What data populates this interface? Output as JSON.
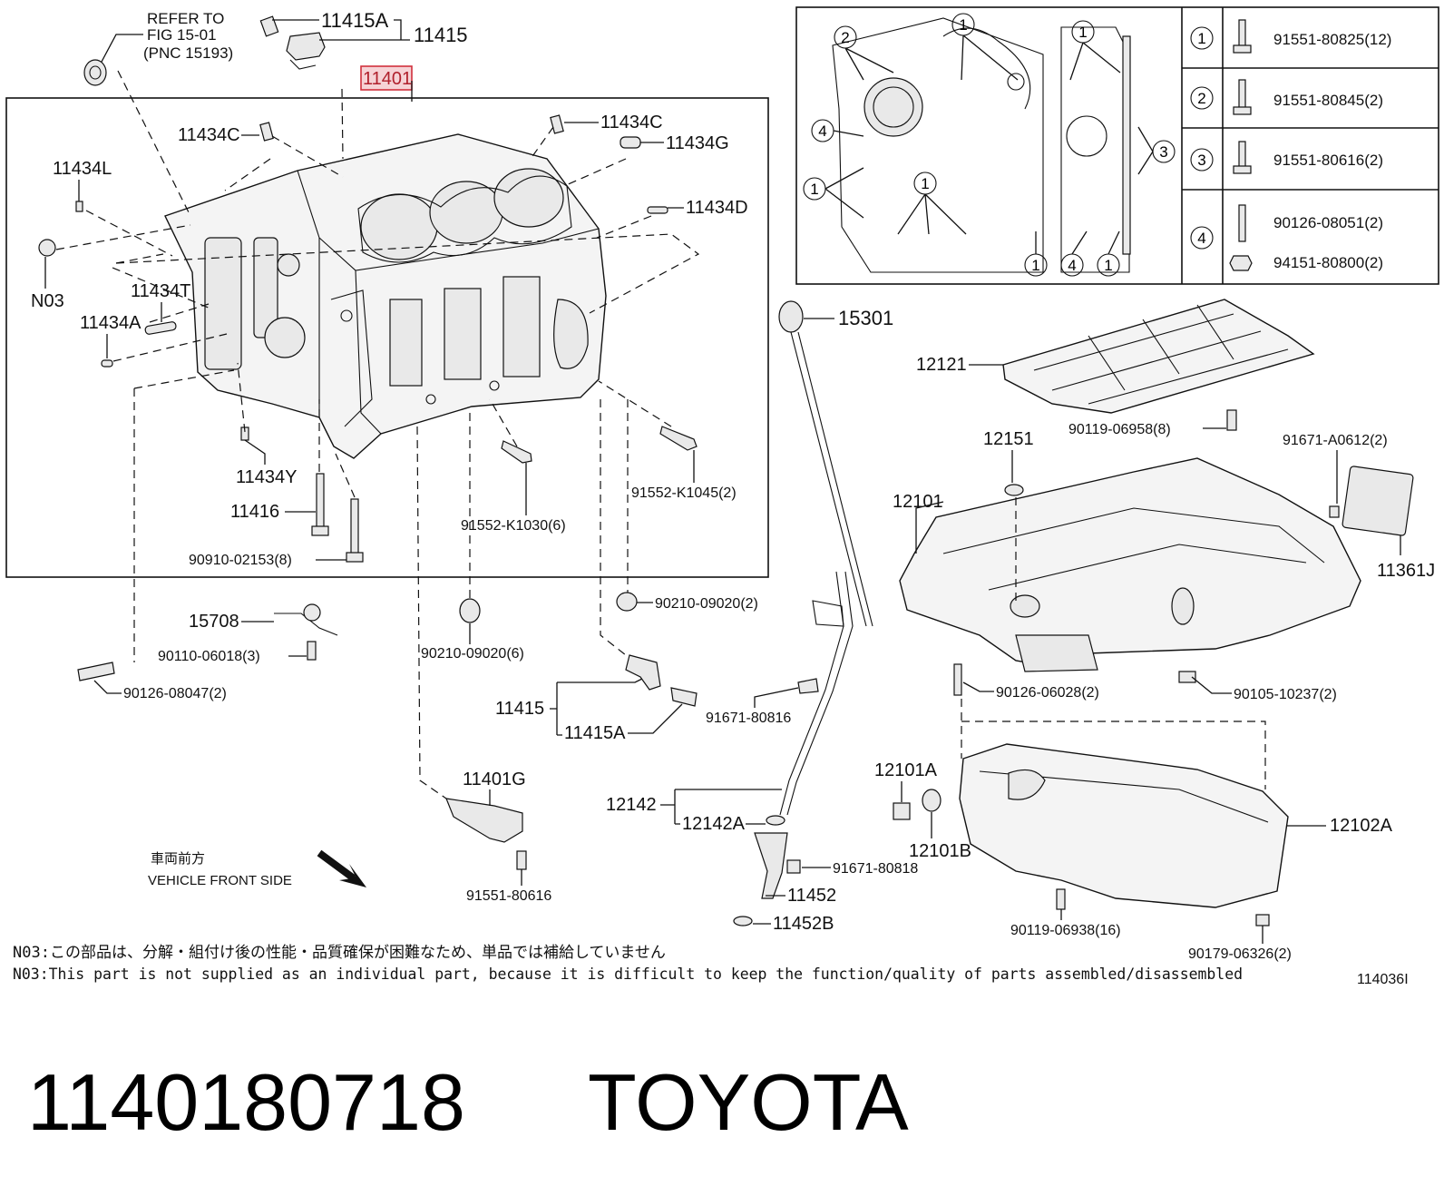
{
  "refer_note": [
    "REFER TO",
    "FIG 15-01",
    "(PNC 15193)"
  ],
  "highlighted_part": "11401",
  "labels": {
    "l11415A_top": "11415A",
    "l11415_top": "11415",
    "l11434C_left": "11434C",
    "l11434C_right": "11434C",
    "l11434G": "11434G",
    "l11434D": "11434D",
    "l11434L": "11434L",
    "lN03": "N03",
    "l11434T": "11434T",
    "l11434A": "11434A",
    "l11434Y": "11434Y",
    "l11416": "11416",
    "l90910": "90910-02153(8)",
    "l91552_1030": "91552-K1030(6)",
    "l91552_1045": "91552-K1045(2)",
    "l15708": "15708",
    "l90110": "90110-06018(3)",
    "l90126_08047": "90126-08047(2)",
    "l90210_6": "90210-09020(6)",
    "l90210_2": "90210-09020(2)",
    "l11415_bot": "11415",
    "l11415A_bot": "11415A",
    "l91671_80816": "91671-80816",
    "l11401G": "11401G",
    "l91551_80616": "91551-80616",
    "l15301": "15301",
    "l12121": "12121",
    "l90119_06958": "90119-06958(8)",
    "l12151": "12151",
    "l91671_A0612": "91671-A0612(2)",
    "l12101": "12101",
    "l11361J": "11361J",
    "l90126_06028": "90126-06028(2)",
    "l90105_10237": "90105-10237(2)",
    "l12142": "12142",
    "l12142A": "12142A",
    "l12101A": "12101A",
    "l12101B": "12101B",
    "l12102A": "12102A",
    "l91671_80818": "91671-80818",
    "l11452": "11452",
    "l11452B": "11452B",
    "l90119_06938": "90119-06938(16)",
    "l90179_06326": "90179-06326(2)"
  },
  "vehicle_front": {
    "jp": "車両前方",
    "en": "VEHICLE FRONT SIDE"
  },
  "bolt_table": [
    {
      "ref": "1",
      "parts": [
        "91551-80825(12)"
      ]
    },
    {
      "ref": "2",
      "parts": [
        "91551-80845(2)"
      ]
    },
    {
      "ref": "3",
      "parts": [
        "91551-80616(2)"
      ]
    },
    {
      "ref": "4",
      "parts": [
        "90126-08051(2)",
        "94151-80800(2)"
      ]
    }
  ],
  "notes": [
    "N03:この部品は、分解・組付け後の性能・品質確保が困難なため、単品では補給していません",
    "N03:This part is not supplied as an individual part, because it is difficult to keep the function/quality of parts assembled/disassembled"
  ],
  "drawing_id": "114036I",
  "footer": {
    "part_number": "1140180718",
    "brand": "TOYOTA"
  }
}
